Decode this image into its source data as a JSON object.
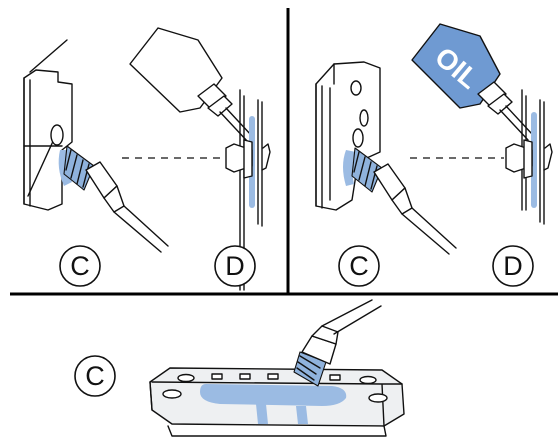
{
  "panels": [
    {
      "id": "top-left",
      "labels": [
        "C",
        "D"
      ],
      "bottle_text": ""
    },
    {
      "id": "top-right",
      "labels": [
        "C",
        "D"
      ],
      "bottle_text": "OIL"
    },
    {
      "id": "bottom",
      "labels": [
        "C"
      ]
    }
  ],
  "colors": {
    "lubricant_blue": "#8fb2dc",
    "line": "#111111",
    "divider": "#000000"
  }
}
